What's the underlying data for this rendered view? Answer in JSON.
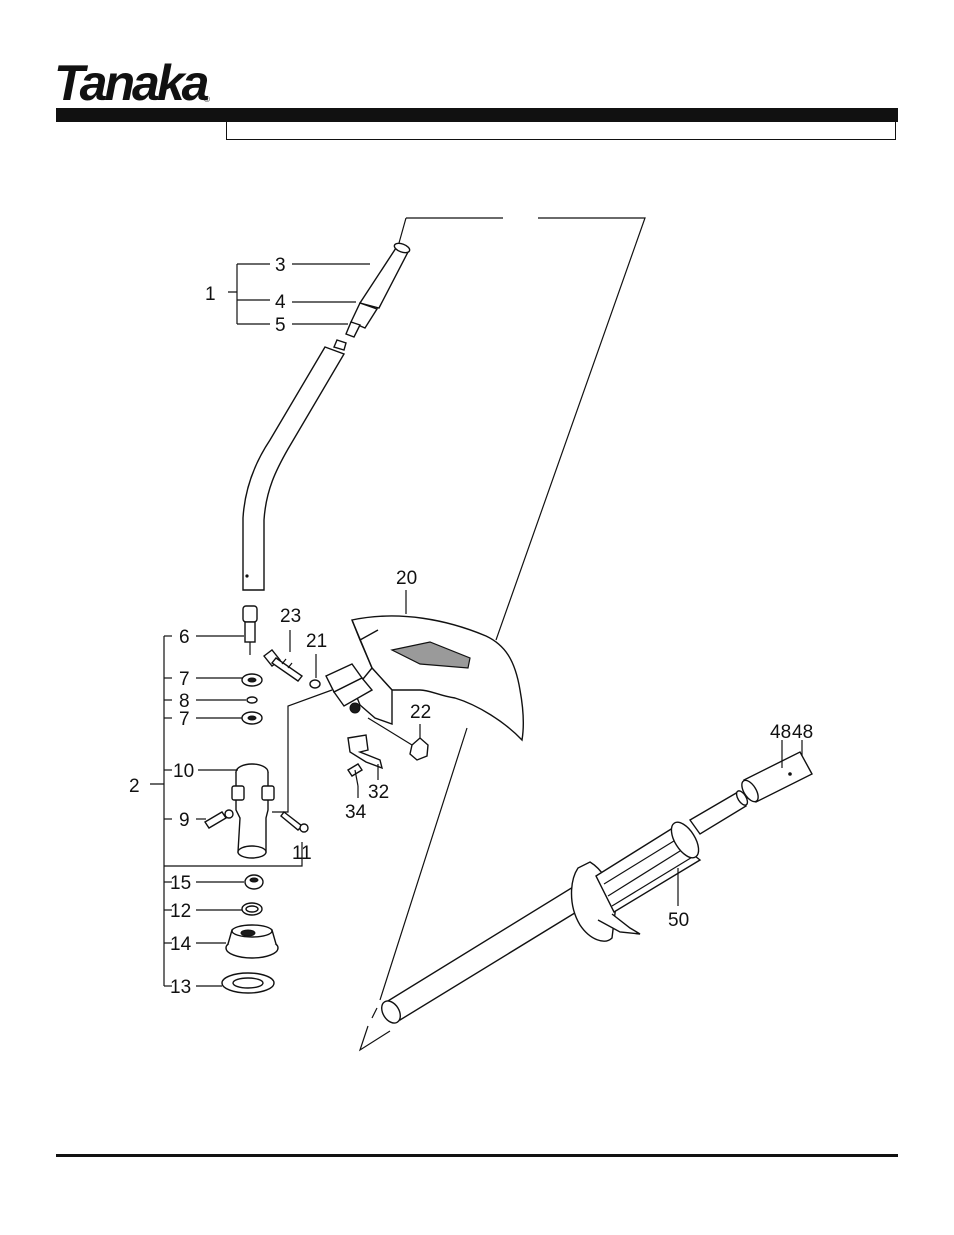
{
  "brand": {
    "name": "Tanaka",
    "registered_mark": "®"
  },
  "callouts": {
    "c1": "1",
    "c2": "2",
    "c3": "3",
    "c4": "4",
    "c5": "5",
    "c6": "6",
    "c7a": "7",
    "c7b": "7",
    "c8": "8",
    "c9": "9",
    "c10": "10",
    "c11": "11",
    "c12": "12",
    "c13": "13",
    "c14": "14",
    "c15": "15",
    "c20": "20",
    "c21": "21",
    "c22": "22",
    "c23": "23",
    "c32": "32",
    "c34": "34",
    "c48a": "48",
    "c48b": "48",
    "c50": "50"
  }
}
